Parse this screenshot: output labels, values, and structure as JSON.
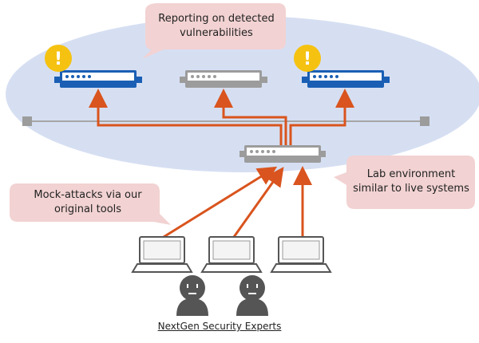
{
  "callouts": {
    "reporting": "Reporting on detected vulnerabilities",
    "lab": "Lab environment similar to live systems",
    "mock": "Mock-attacks via our original tools"
  },
  "alert_symbol": "!",
  "caption": "NextGen Security Experts",
  "colors": {
    "network_zone": "#d6dff2",
    "callout": "#f2d2d2",
    "vulnerable_server": "#1a5fb4",
    "neutral_device": "#9c9c9c",
    "attack_arrow": "#d9541e",
    "alert": "#f5c211",
    "network_line": "#a6a6a6"
  },
  "icons": [
    "warning-icon",
    "server-icon",
    "switch-icon",
    "laptop-icon",
    "person-icon"
  ]
}
